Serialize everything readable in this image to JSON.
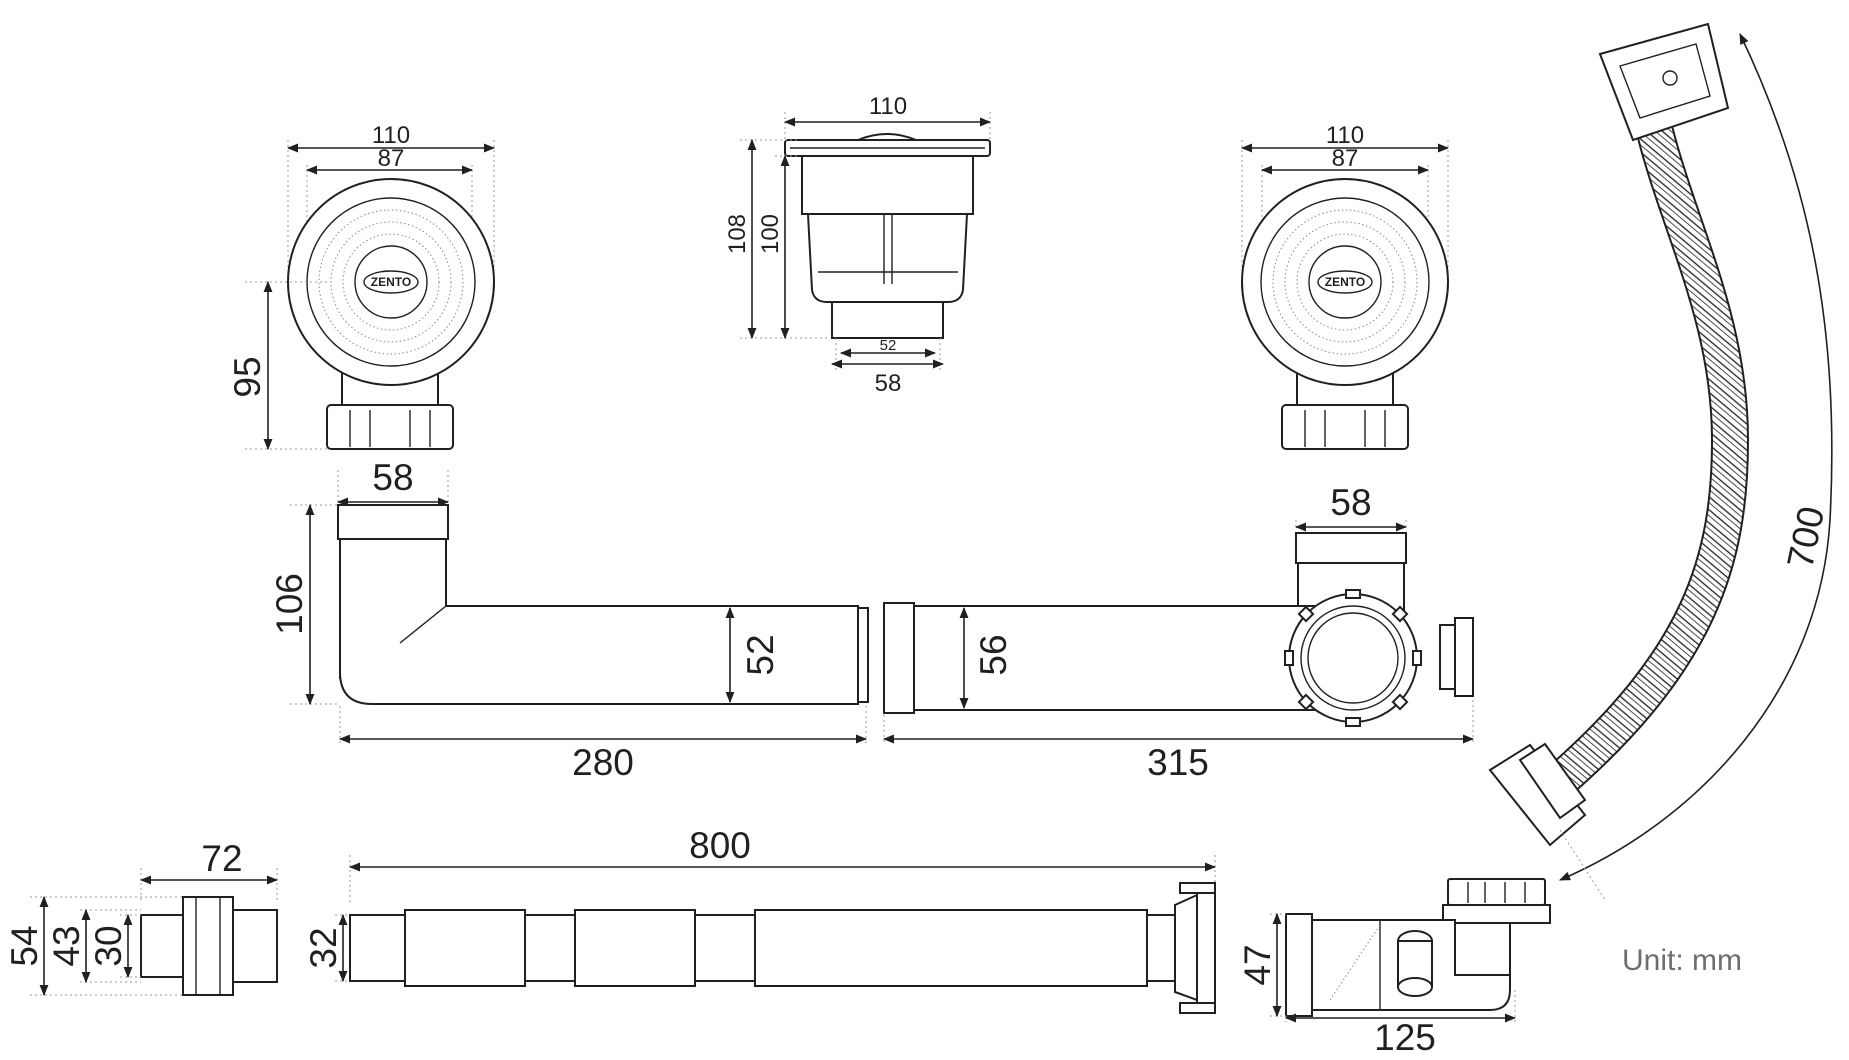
{
  "brand": "ZENTO",
  "unit_note": "Unit: mm",
  "views": {
    "strainer_front_left": {
      "outer_width": "110",
      "inner_width": "87",
      "height": "95"
    },
    "strainer_side": {
      "outer_width": "110",
      "total_height": "108",
      "body_height": "100",
      "inner_thread": "52",
      "outer_thread": "58"
    },
    "strainer_front_right": {
      "outer_width": "110",
      "inner_width": "87"
    },
    "elbow_pipe": {
      "thread": "58",
      "height": "106",
      "pipe_diameter": "52",
      "length": "280"
    },
    "tee_pipe": {
      "thread": "58",
      "pipe_diameter": "56",
      "length": "315"
    },
    "overflow_hose": {
      "length": "700"
    },
    "connector": {
      "length": "72",
      "outer_diameter": "54",
      "mid_diameter": "43",
      "inner_diameter": "30"
    },
    "flex_hose": {
      "length": "800",
      "diameter": "32"
    },
    "trap_elbow": {
      "diameter": "47",
      "length": "125"
    }
  },
  "colors": {
    "line": "#231f20",
    "extension": "#9a9a9a",
    "unit_text": "#6d6e71"
  }
}
